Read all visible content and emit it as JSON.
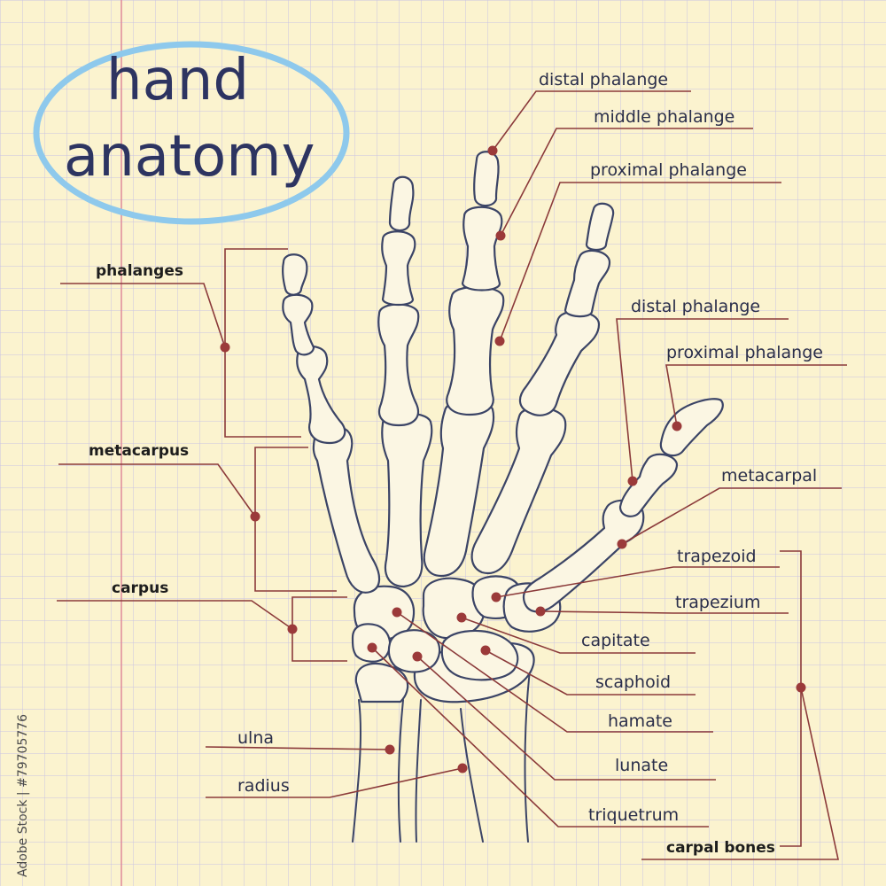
{
  "title": {
    "line1": "hand",
    "line2": "anatomy"
  },
  "watermark": "Adobe Stock | #79705776",
  "colors": {
    "paper": "#fbf3cf",
    "grid": "#c9c3e3",
    "margin_line": "#e08a9a",
    "bone_outline": "#3b4466",
    "leader": "#8b3a3a",
    "dot": "#9b3a3a",
    "title_ring": "#8ec9ec"
  },
  "group_labels": {
    "phalanges": "phalanges",
    "metacarpus": "metacarpus",
    "carpus": "carpus",
    "carpal_bones": "carpal bones"
  },
  "labels": {
    "distal_phalange_middle": "distal phalange",
    "middle_phalange": "middle phalange",
    "proximal_phalange_middle": "proximal phalange",
    "distal_phalange_thumb": "distal phalange",
    "proximal_phalange_thumb": "proximal phalange",
    "metacarpal": "metacarpal",
    "trapezoid": "trapezoid",
    "trapezium": "trapezium",
    "capitate": "capitate",
    "scaphoid": "scaphoid",
    "hamate": "hamate",
    "lunate": "lunate",
    "triquetrum": "triquetrum",
    "ulna": "ulna",
    "radius": "radius"
  }
}
